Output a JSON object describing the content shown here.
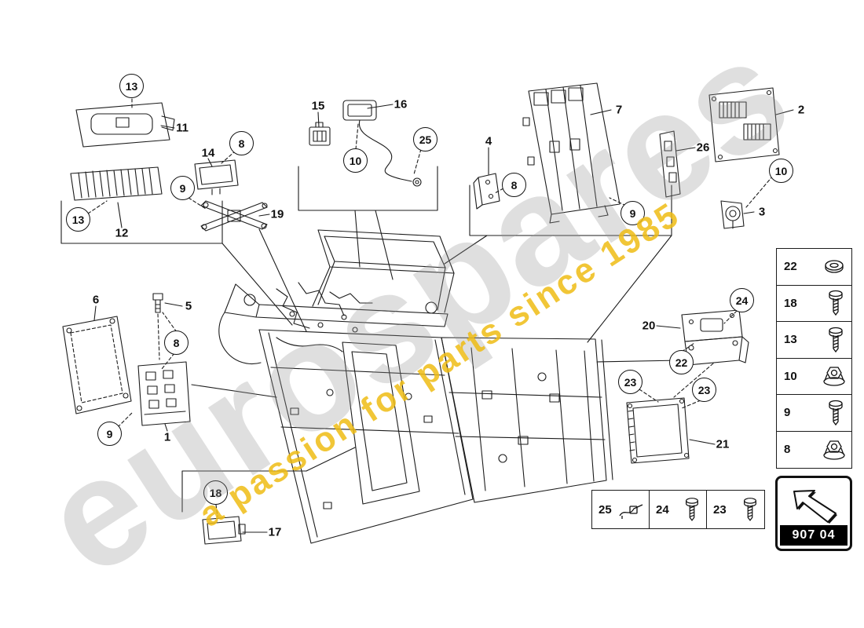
{
  "watermark": {
    "brand": "eurospares",
    "tagline": "a passion for parts since 1985"
  },
  "page_code": "907 04",
  "colors": {
    "line": "#1c1c1c",
    "watermark_gray": "#969696",
    "watermark_yellow": "#eebc14"
  },
  "callouts": [
    {
      "label": "13"
    },
    {
      "label": "8"
    },
    {
      "label": "9"
    },
    {
      "label": "13"
    },
    {
      "label": "10"
    },
    {
      "label": "25"
    },
    {
      "label": "8"
    },
    {
      "label": "9"
    },
    {
      "label": "10"
    },
    {
      "label": "8"
    },
    {
      "label": "9"
    },
    {
      "label": "18"
    },
    {
      "label": "24"
    },
    {
      "label": "22"
    },
    {
      "label": "23"
    },
    {
      "label": "23"
    }
  ],
  "part_labels": [
    {
      "label": "11"
    },
    {
      "label": "12"
    },
    {
      "label": "14"
    },
    {
      "label": "19"
    },
    {
      "label": "15"
    },
    {
      "label": "16"
    },
    {
      "label": "4"
    },
    {
      "label": "7"
    },
    {
      "label": "26"
    },
    {
      "label": "2"
    },
    {
      "label": "3"
    },
    {
      "label": "6"
    },
    {
      "label": "5"
    },
    {
      "label": "1"
    },
    {
      "label": "17"
    },
    {
      "label": "20"
    },
    {
      "label": "21"
    }
  ],
  "fastener_table": {
    "rows": [
      {
        "number": "22",
        "icon": "washer-icon"
      },
      {
        "number": "18",
        "icon": "screw-icon"
      },
      {
        "number": "13",
        "icon": "screw-icon"
      },
      {
        "number": "10",
        "icon": "flange-nut-icon"
      },
      {
        "number": "9",
        "icon": "screw-icon"
      },
      {
        "number": "8",
        "icon": "flange-nut-icon"
      }
    ]
  },
  "hardware_strip": {
    "cells": [
      {
        "number": "25",
        "icon": "harness-clip-icon"
      },
      {
        "number": "24",
        "icon": "screw-icon"
      },
      {
        "number": "23",
        "icon": "screw-icon"
      }
    ]
  }
}
